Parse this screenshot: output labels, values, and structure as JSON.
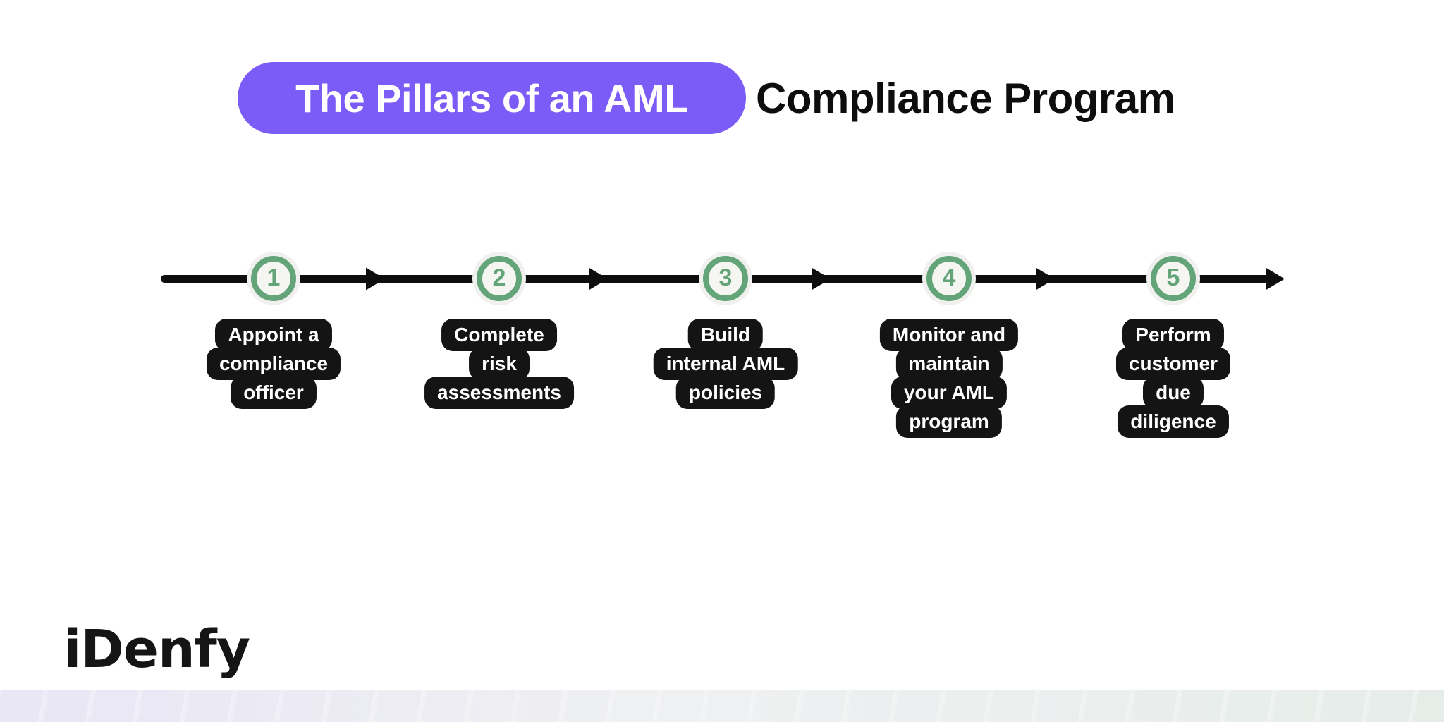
{
  "title": {
    "highlight": "The Pillars of an AML",
    "rest": "Compliance Program"
  },
  "steps": [
    {
      "number": "1",
      "lines": [
        "Appoint a",
        "compliance",
        "officer"
      ]
    },
    {
      "number": "2",
      "lines": [
        "Complete",
        "risk",
        "assessments"
      ]
    },
    {
      "number": "3",
      "lines": [
        "Build",
        "internal AML",
        "policies"
      ]
    },
    {
      "number": "4",
      "lines": [
        "Monitor and",
        "maintain",
        "your AML",
        "program"
      ]
    },
    {
      "number": "5",
      "lines": [
        "Perform",
        "customer",
        "due",
        "diligence"
      ]
    }
  ],
  "logo": {
    "text": "iDenfy"
  },
  "colors": {
    "accent_purple": "#7b5cf6",
    "step_green": "#63a578",
    "box_black": "#141414",
    "timeline_black": "#0e0e0e",
    "band_left": "#e9e6f5",
    "band_right": "#e6ede9"
  }
}
